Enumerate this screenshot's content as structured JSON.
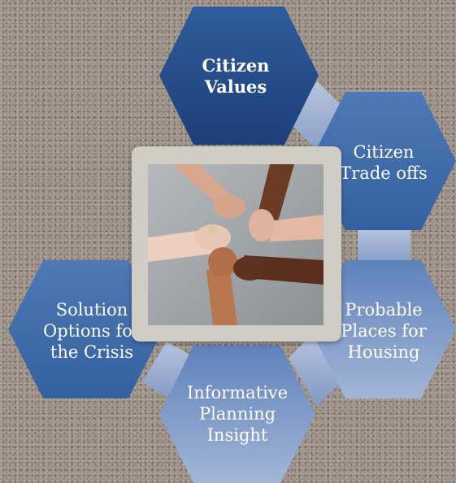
{
  "diagram": {
    "nodes": [
      {
        "id": "citizen-values",
        "label": "Citizen\nValues",
        "bold": true
      },
      {
        "id": "citizen-trade-offs",
        "label": "Citizen\nTrade offs",
        "bold": false
      },
      {
        "id": "probable-places",
        "label": "Probable\nPlaces for\nHousing",
        "bold": false
      },
      {
        "id": "informative-planning",
        "label": "Informative\nPlanning\nInsight",
        "bold": false
      },
      {
        "id": "solution-options",
        "label": "Solution\nOptions for\nthe Crisis",
        "bold": false
      }
    ],
    "center_image": "hands-joined-photo"
  },
  "colors": {
    "hex_dark": "#234a86",
    "hex_mid": "#3e69a8",
    "hex_light": "#7f9ac4",
    "connector": "#9fb0cf"
  }
}
